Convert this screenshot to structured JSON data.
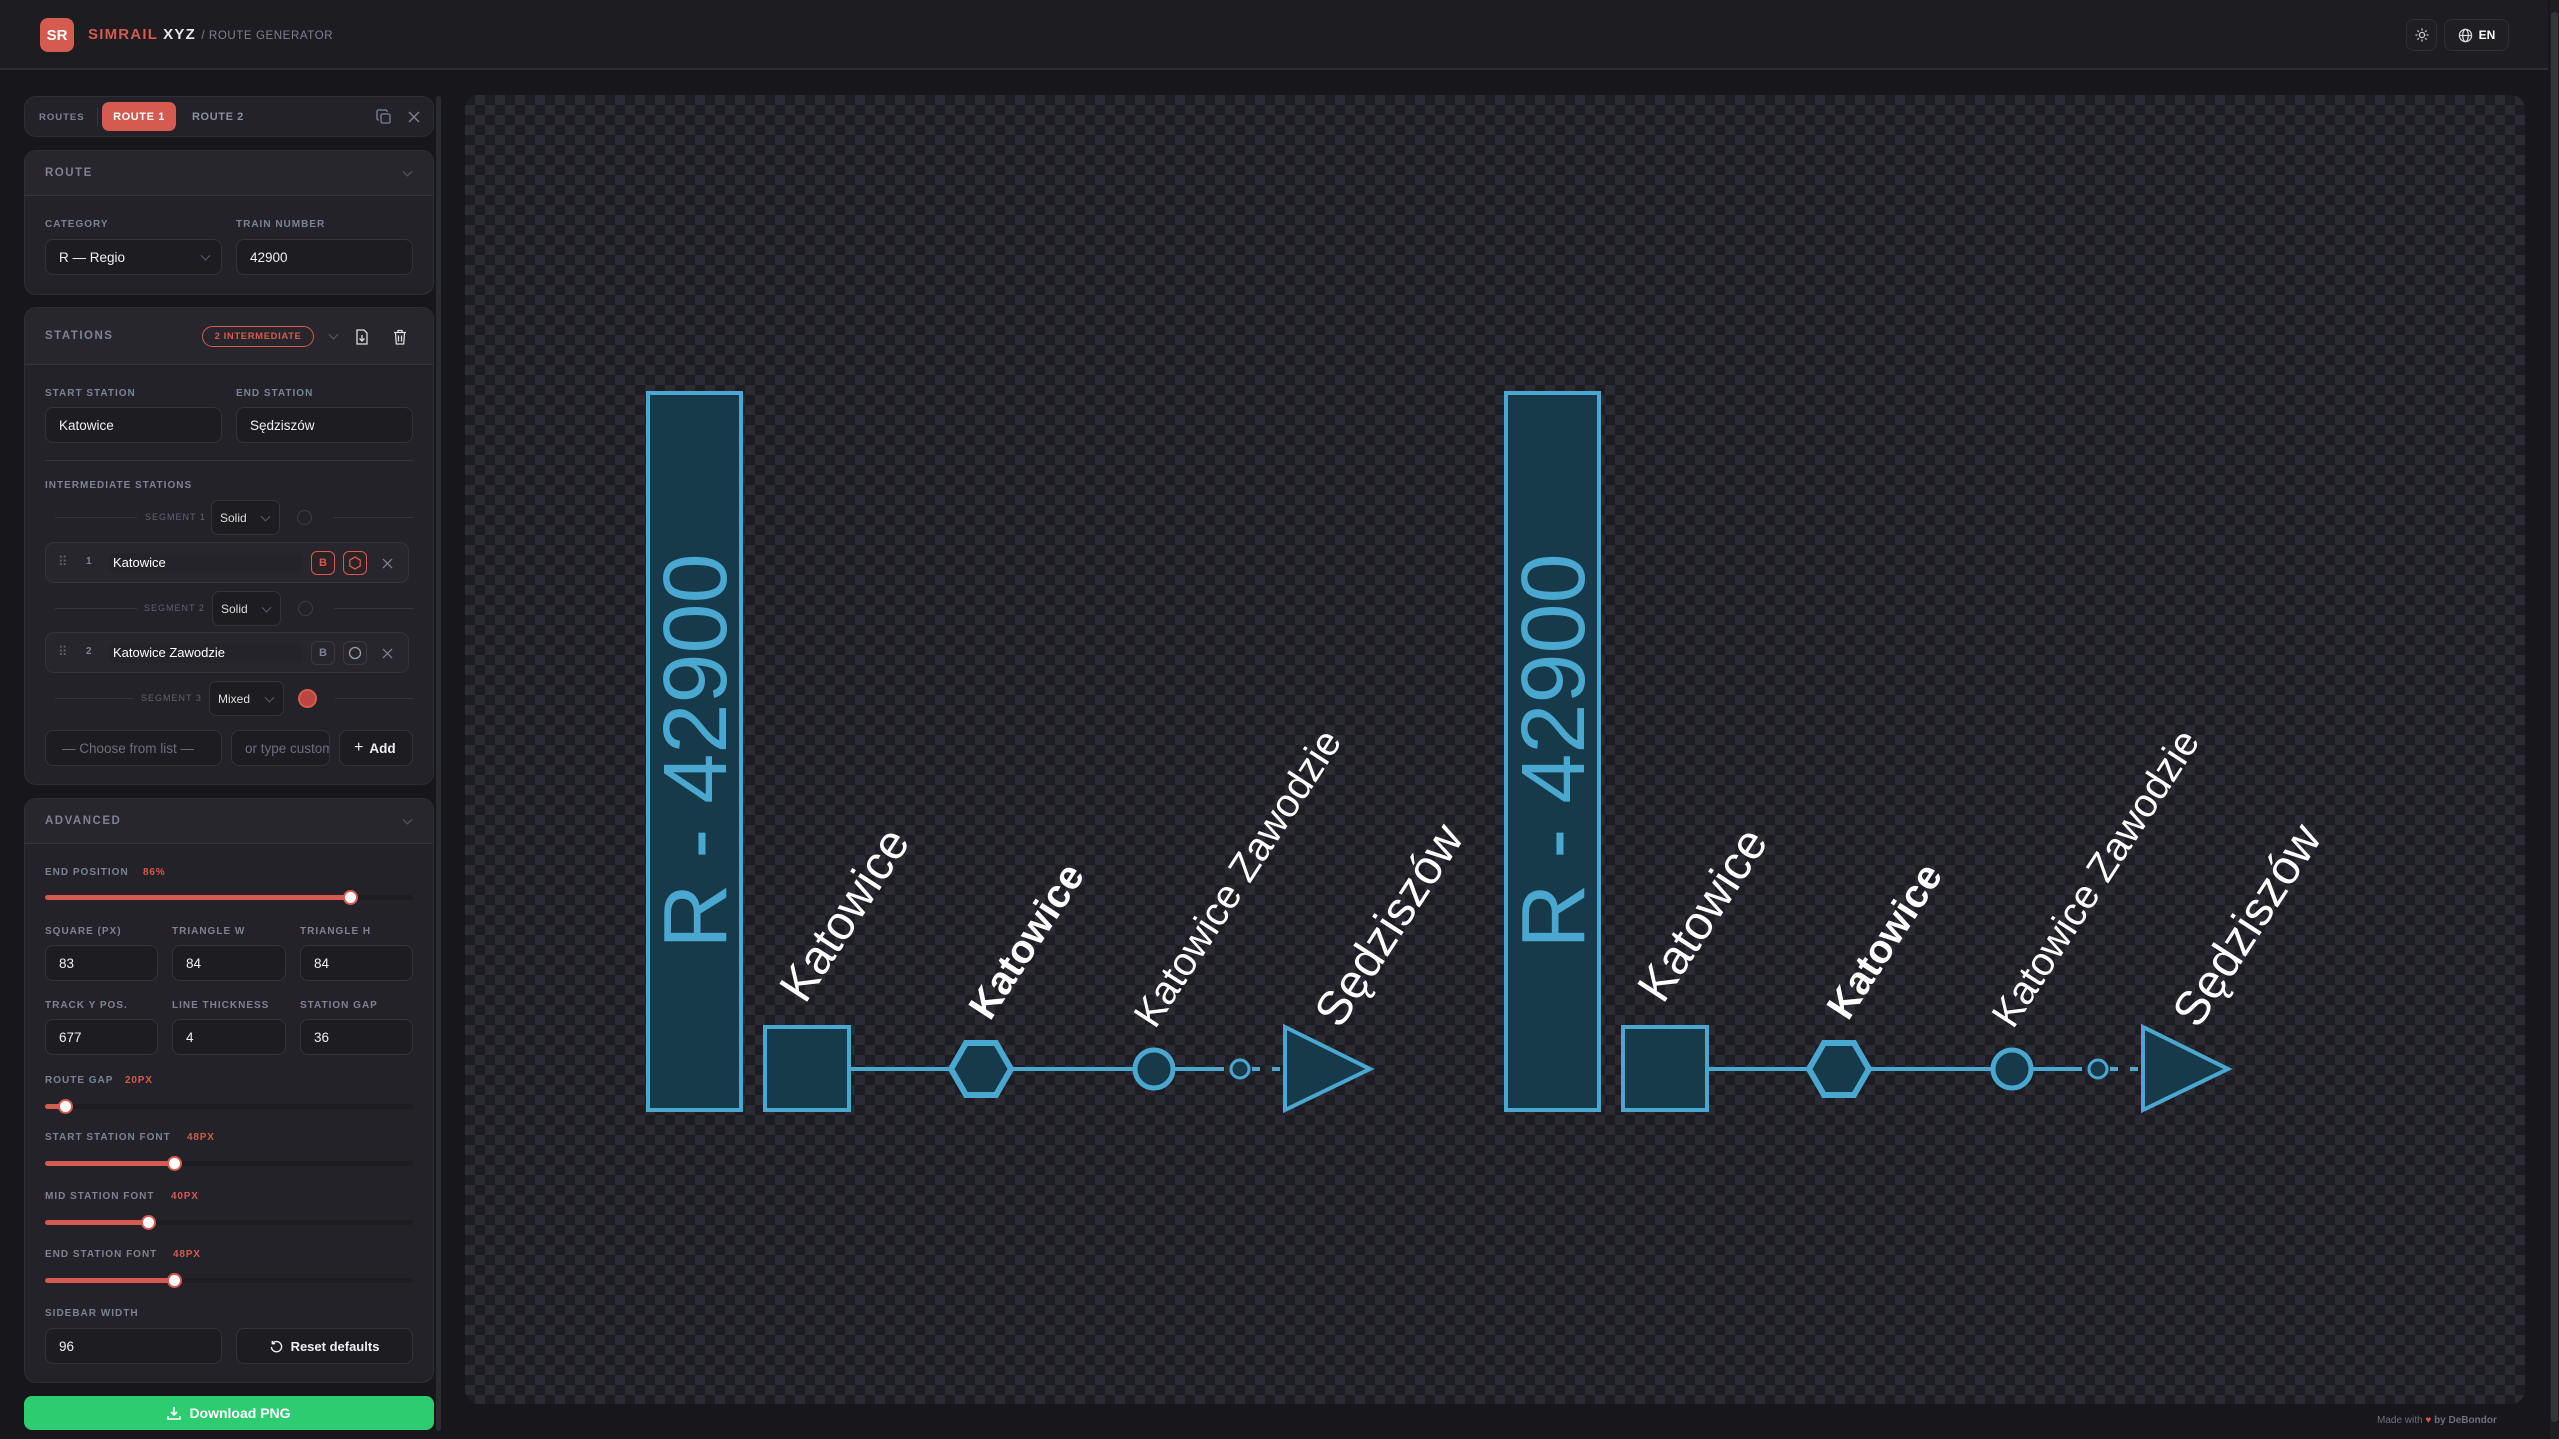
{
  "header": {
    "logo": "SR",
    "brand_red": "SIMRAIL",
    "brand_white": "XYZ",
    "subtitle": "/ ROUTE GENERATOR",
    "theme_icon": "sun-icon",
    "language": "EN",
    "language_icon": "globe-icon"
  },
  "routes_bar": {
    "label": "ROUTES",
    "tabs": [
      {
        "label": "ROUTE 1",
        "active": true
      },
      {
        "label": "ROUTE 2",
        "active": false
      }
    ],
    "duplicate_icon": "copy-icon",
    "close_icon": "close-icon"
  },
  "route_section": {
    "title": "ROUTE",
    "category_label": "CATEGORY",
    "category_value": "R — Regio",
    "train_number_label": "TRAIN NUMBER",
    "train_number_value": "42900"
  },
  "stations_section": {
    "title": "STATIONS",
    "badge": "2 INTERMEDIATE",
    "start_label": "START STATION",
    "start_value": "Katowice",
    "end_label": "END STATION",
    "end_value": "Sędziszów",
    "intermediate_label": "INTERMEDIATE STATIONS",
    "segments": [
      {
        "label": "SEGMENT 1",
        "style": "Solid",
        "marker_active": false
      },
      {
        "label": "SEGMENT 2",
        "style": "Solid",
        "marker_active": false
      },
      {
        "label": "SEGMENT 3",
        "style": "Mixed",
        "marker_active": true
      }
    ],
    "intermediate": [
      {
        "index": "1",
        "name": "Katowice",
        "bold_label": "B",
        "bold": true,
        "shape": "hexagon"
      },
      {
        "index": "2",
        "name": "Katowice Zawodzie",
        "bold_label": "B",
        "bold": false,
        "shape": "circle"
      }
    ],
    "choose_placeholder": "— Choose from list —",
    "custom_placeholder": "or type custom",
    "add_label": "Add"
  },
  "advanced": {
    "title": "ADVANCED",
    "end_position": {
      "label": "END POSITION",
      "value": "86%",
      "fill": 0.83
    },
    "square_label": "SQUARE (PX)",
    "square_value": "83",
    "triangle_w_label": "TRIANGLE W",
    "triangle_w_value": "84",
    "triangle_h_label": "TRIANGLE H",
    "triangle_h_value": "84",
    "track_y_label": "TRACK Y POS.",
    "track_y_value": "677",
    "line_thickness_label": "LINE THICKNESS",
    "line_thickness_value": "4",
    "station_gap_label": "STATION GAP",
    "station_gap_value": "36",
    "route_gap": {
      "label": "ROUTE GAP",
      "value": "20PX",
      "fill": 0.055
    },
    "start_font": {
      "label": "START STATION FONT",
      "value": "48PX",
      "fill": 0.35
    },
    "mid_font": {
      "label": "MID STATION FONT",
      "value": "40PX",
      "fill": 0.28
    },
    "end_font": {
      "label": "END STATION FONT",
      "value": "48PX",
      "fill": 0.35
    },
    "sidebar_width_label": "SIDEBAR WIDTH",
    "sidebar_width_value": "96",
    "reset_label": "Reset defaults"
  },
  "download_label": "Download PNG",
  "footer": {
    "made_with": "Made with",
    "by": "by DeBondor"
  },
  "preview": {
    "route_label": "R - 42900",
    "start": "Katowice",
    "mids": [
      "Katowice",
      "Katowice Zawodzie"
    ],
    "end": "Sędziszów",
    "copies": 2
  },
  "colors": {
    "accent": "#d55a4f",
    "download": "#2ecc71",
    "route_stroke": "#4aa8d0",
    "route_fill": "#173a4b"
  }
}
